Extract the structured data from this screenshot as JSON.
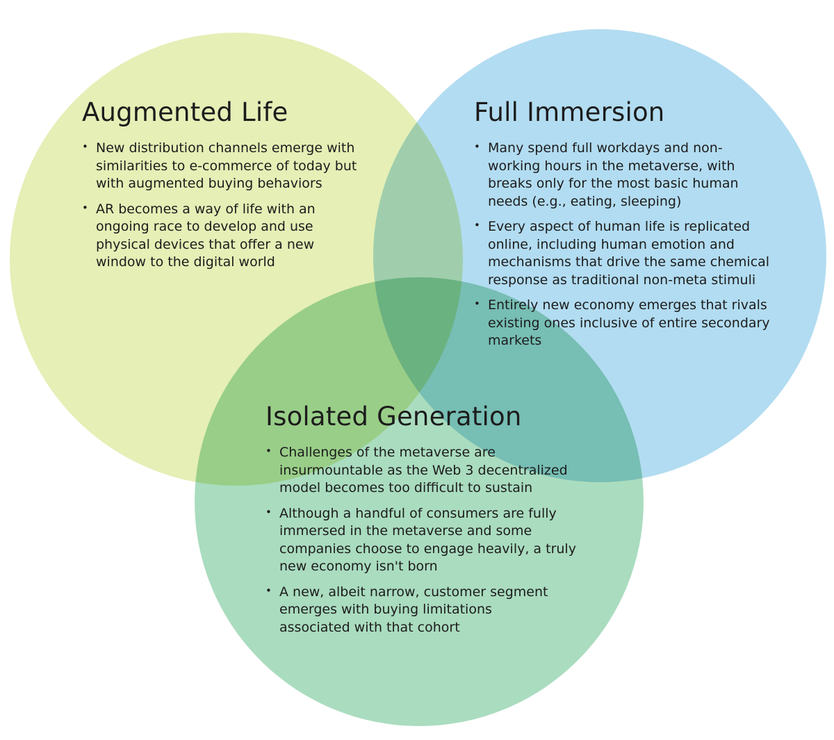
{
  "colors": {
    "augmented": "#e5efb6",
    "immersion": "#b2dcf1",
    "isolated": "#aadcbf"
  },
  "sections": {
    "augmented": {
      "title": "Augmented Life",
      "bullets": [
        "New distribution channels emerge with similarities to e-commerce of today but with augmented buying behaviors",
        "AR becomes a way of life with an ongoing race to develop and use physical devices that offer a new window to the digital world"
      ]
    },
    "immersion": {
      "title": "Full Immersion",
      "bullets": [
        "Many spend full workdays and non-working hours in the metaverse, with breaks only for the most basic human needs (e.g., eating, sleeping)",
        "Every aspect of human life is replicated online, including human emotion and mechanisms that drive the same chemical response as traditional non-meta stimuli",
        "Entirely new economy emerges that rivals existing ones inclusive of entire secondary markets"
      ]
    },
    "isolated": {
      "title": "Isolated Generation",
      "bullets": [
        "Challenges of the metaverse are insurmountable as the Web 3 decentralized model becomes too difficult to sustain",
        "Although a handful of consumers are fully immersed in the metaverse and some companies choose to engage heavily, a truly new economy isn't born",
        "A new, albeit narrow, customer segment emerges with buying limitations associated with that cohort"
      ]
    }
  }
}
